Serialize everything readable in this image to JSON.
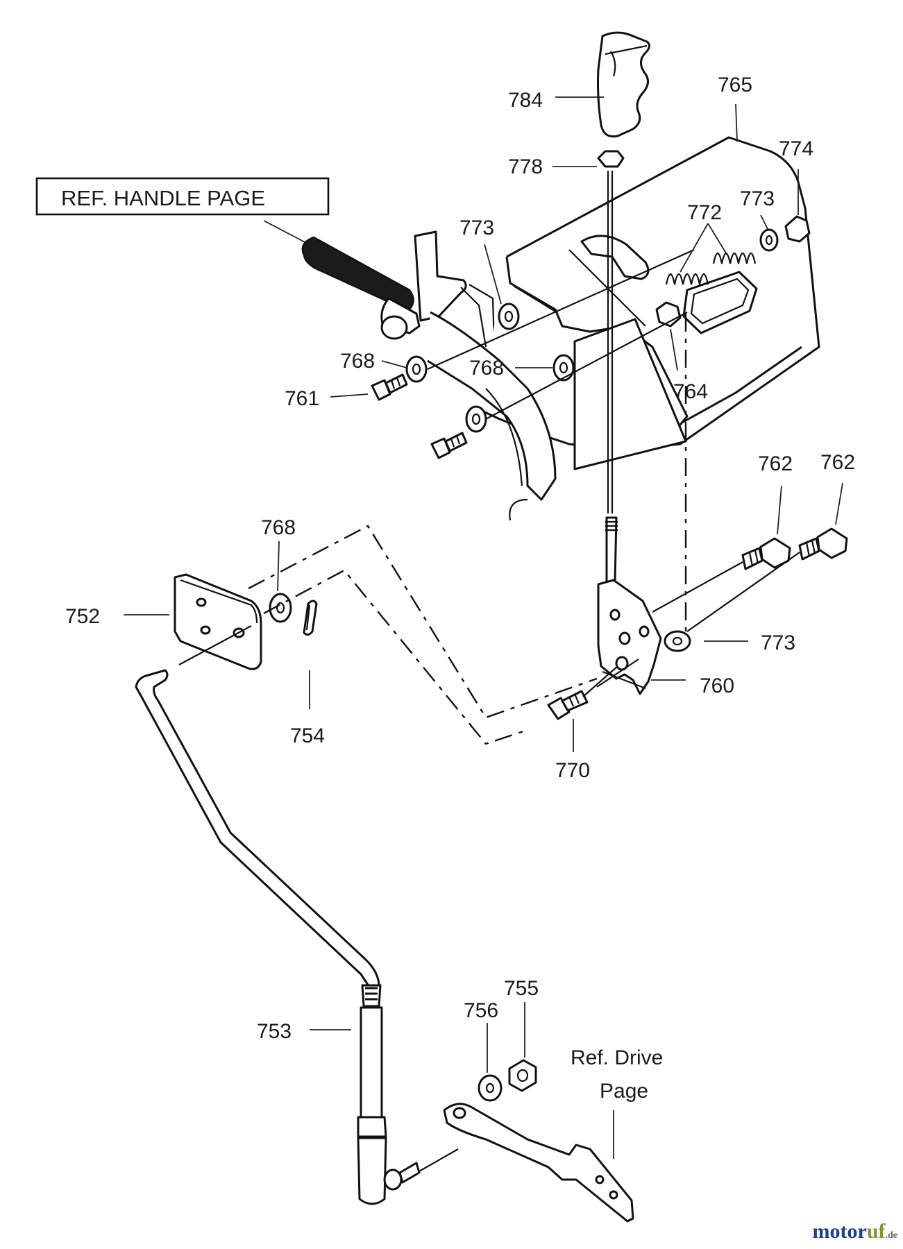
{
  "diagram": {
    "ref_boxes": {
      "handle_page": "REF. HANDLE PAGE",
      "drive_page_line1": "Ref. Drive",
      "drive_page_line2": "Page"
    },
    "callouts": [
      {
        "id": "c784",
        "label": "784"
      },
      {
        "id": "c765",
        "label": "765"
      },
      {
        "id": "c774",
        "label": "774"
      },
      {
        "id": "c778",
        "label": "778"
      },
      {
        "id": "c773a",
        "label": "773"
      },
      {
        "id": "c772",
        "label": "772"
      },
      {
        "id": "c773b",
        "label": "773"
      },
      {
        "id": "c768a",
        "label": "768"
      },
      {
        "id": "c768b",
        "label": "768"
      },
      {
        "id": "c761",
        "label": "761"
      },
      {
        "id": "c764",
        "label": "764"
      },
      {
        "id": "c762a",
        "label": "762"
      },
      {
        "id": "c762b",
        "label": "762"
      },
      {
        "id": "c768c",
        "label": "768"
      },
      {
        "id": "c752",
        "label": "752"
      },
      {
        "id": "c773c",
        "label": "773"
      },
      {
        "id": "c760",
        "label": "760"
      },
      {
        "id": "c754",
        "label": "754"
      },
      {
        "id": "c770",
        "label": "770"
      },
      {
        "id": "c753",
        "label": "753"
      },
      {
        "id": "c756",
        "label": "756"
      },
      {
        "id": "c755",
        "label": "755"
      }
    ]
  },
  "watermark": {
    "brand_main": "motor",
    "brand_accent": "uf",
    "brand_tld": ".de"
  }
}
